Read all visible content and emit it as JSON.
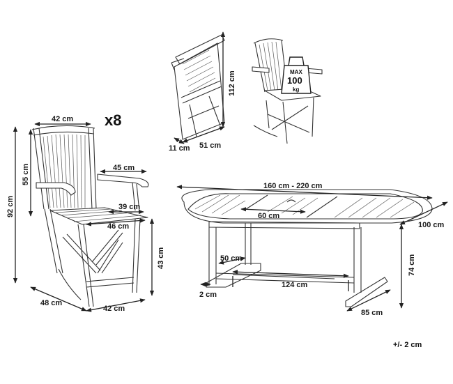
{
  "multiplier": "x8",
  "chair_front": {
    "seat_width_top": "42 cm",
    "height_total": "92 cm",
    "backrest_height": "55 cm",
    "arm_depth": "45 cm",
    "seat_depth": "39 cm",
    "arm_height_gap": "46 cm",
    "seat_height": "43 cm",
    "base_depth": "48 cm",
    "base_width": "42 cm"
  },
  "chair_folded": {
    "height": "112 cm",
    "depth": "51 cm",
    "thickness": "11 cm"
  },
  "max_load_badge": {
    "line1": "MAX",
    "line2": "100",
    "line3": "kg"
  },
  "table": {
    "length": "160 cm - 220 cm",
    "extension": "60 cm",
    "width": "100 cm",
    "height": "74 cm",
    "leg_span": "124 cm",
    "inner_clearance": "50 cm",
    "foot_offset": "2 cm",
    "base_depth": "85 cm"
  },
  "tolerance": "+/- 2 cm"
}
